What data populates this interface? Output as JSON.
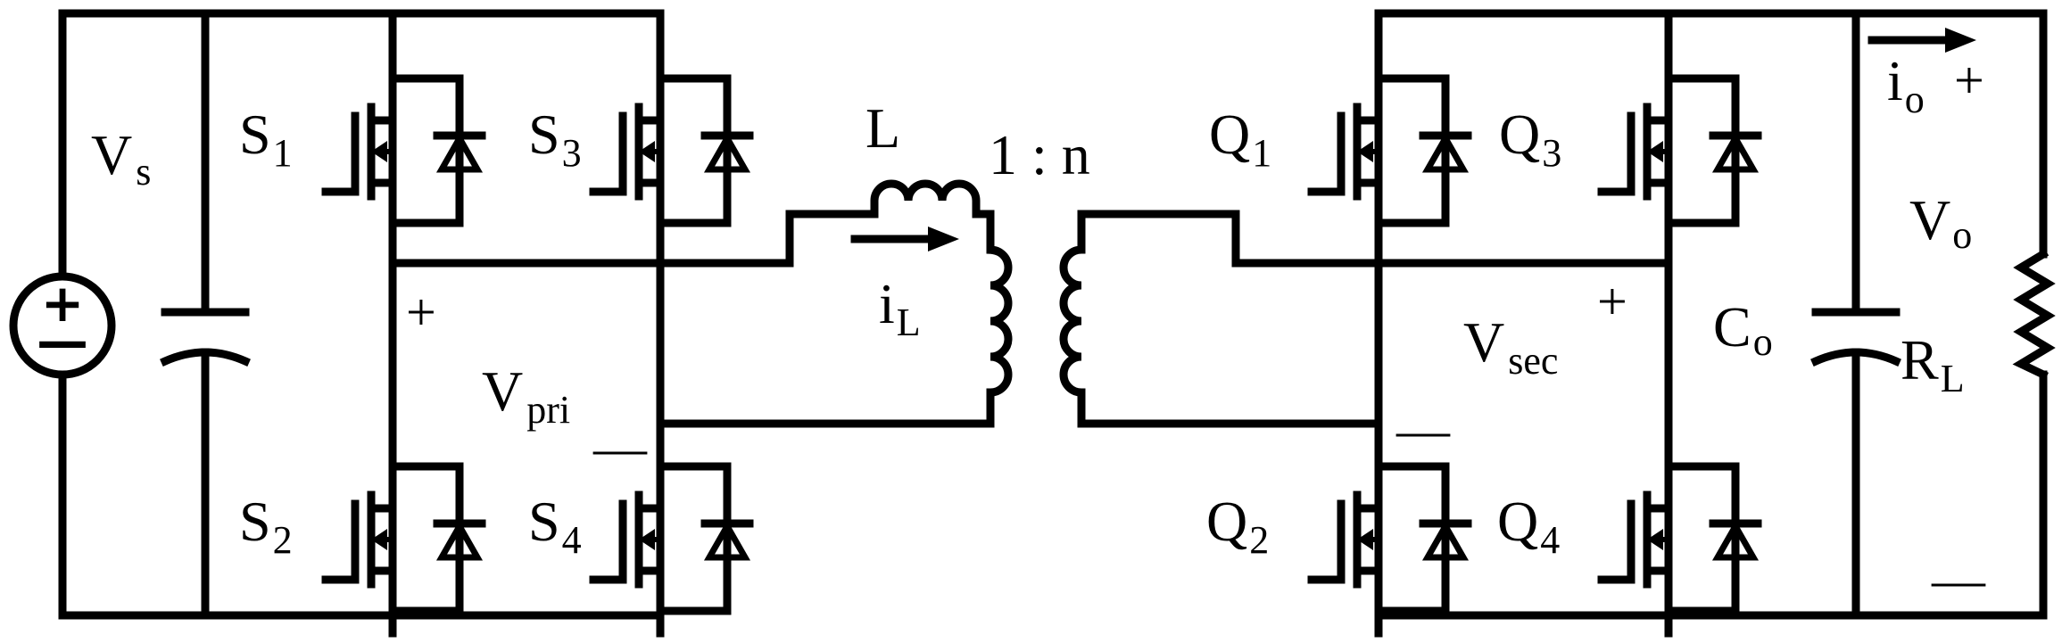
{
  "labels": {
    "vs": {
      "main": "V",
      "sub": "s"
    },
    "s1": {
      "main": "S",
      "sub": "1"
    },
    "s2": {
      "main": "S",
      "sub": "2"
    },
    "s3": {
      "main": "S",
      "sub": "3"
    },
    "s4": {
      "main": "S",
      "sub": "4"
    },
    "vpri": {
      "main": "V",
      "sub": "pri"
    },
    "inductor": "L",
    "ratio": "1 : n",
    "il": {
      "main": "i",
      "sub": "L"
    },
    "q1": {
      "main": "Q",
      "sub": "1"
    },
    "q2": {
      "main": "Q",
      "sub": "2"
    },
    "q3": {
      "main": "Q",
      "sub": "3"
    },
    "q4": {
      "main": "Q",
      "sub": "4"
    },
    "vsec": {
      "main": "V",
      "sub": "sec"
    },
    "co": {
      "main": "C",
      "sub": "o"
    },
    "io": {
      "main": "i",
      "sub": "o"
    },
    "vo": {
      "main": "V",
      "sub": "o"
    },
    "rl": {
      "main": "R",
      "sub": "L"
    }
  },
  "signs": {
    "plus": "+",
    "minus": "—",
    "source_plus": "+",
    "source_minus": "—"
  }
}
